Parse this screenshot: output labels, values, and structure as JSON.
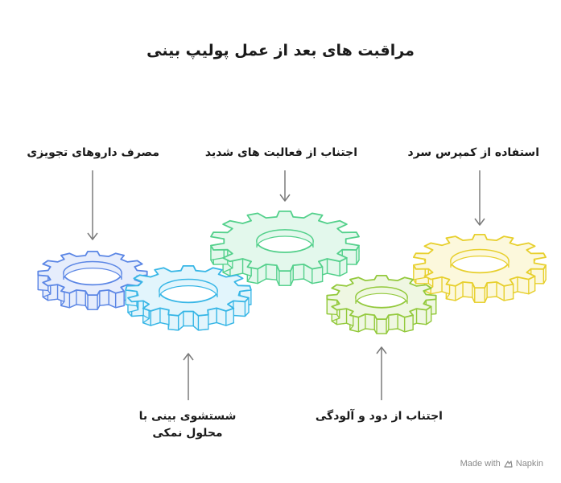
{
  "title": "مراقبت های بعد از عمل پولیپ بینی",
  "steps": [
    {
      "label": "مصرف داروهای تجویزی",
      "color": "#5b86e5",
      "fill": "#e6edfc"
    },
    {
      "label": "شستشوی بینی با محلول نمکی",
      "color": "#37b6e6",
      "fill": "#e2f5fc"
    },
    {
      "label": "اجتناب از فعالیت های شدید",
      "color": "#53d08b",
      "fill": "#e3f8ec"
    },
    {
      "label": "اجتناب از دود و آلودگی",
      "color": "#93c93c",
      "fill": "#eff7e2"
    },
    {
      "label": "استفاده از کمپرس سرد",
      "color": "#e7cf2c",
      "fill": "#fcf8dc"
    }
  ],
  "watermark": {
    "prefix": "Made with",
    "brand": "Napkin"
  }
}
